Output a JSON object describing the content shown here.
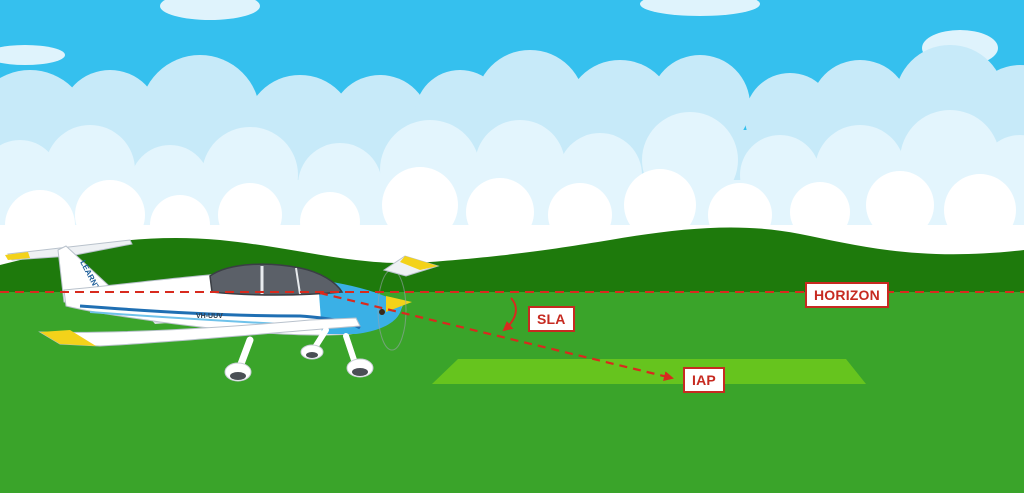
{
  "labels": {
    "horizon": "HORIZON",
    "sla": "SLA",
    "iap": "IAP"
  },
  "aircraft": {
    "tail_text": "LEARNTOFLY",
    "registration": "VH-UUV"
  },
  "colors": {
    "sky": "#35c0ee",
    "hill": "#1e7a0c",
    "grass": "#3aa42a",
    "runway": "#66c41e",
    "reference_line": "#d82a1e",
    "label_border": "#c62a20",
    "wing_tip": "#f3d21a",
    "cowling": "#3ab0e6"
  }
}
